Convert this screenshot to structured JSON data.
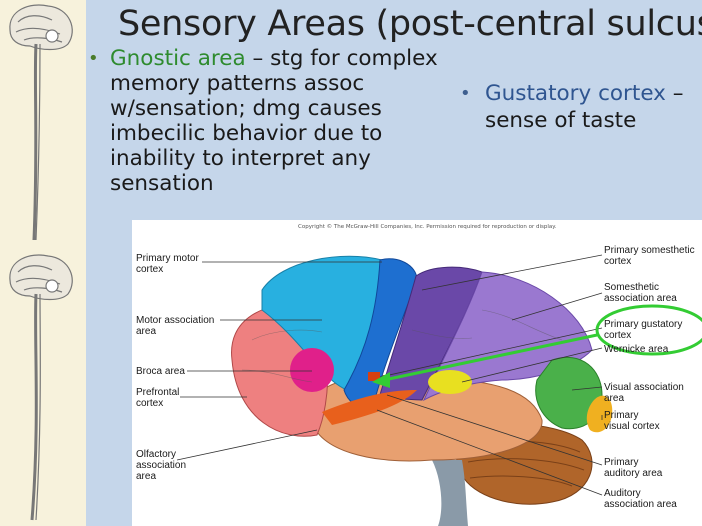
{
  "slide": {
    "title": "Sensory Areas (post-central sulcus)",
    "left_bullet": {
      "term": "Gnostic area",
      "text": " – stg for complex memory patterns assoc w/sensation; dmg causes imbecilic behavior due to inability to interpret any sensation"
    },
    "right_bullet": {
      "term": "Gustatory cortex",
      "text": " – sense of taste"
    },
    "bullet_symbol": "•"
  },
  "figure": {
    "copyright": "Copyright © The McGraw-Hill Companies, Inc. Permission required for reproduction or display.",
    "labels_left": {
      "primary_motor": "Primary motor\ncortex",
      "motor_association": "Motor association\narea",
      "broca": "Broca area",
      "prefrontal": "Prefrontal\ncortex",
      "olfactory": "Olfactory\nassociation\narea"
    },
    "labels_right": {
      "primary_somesthetic": "Primary somesthetic\ncortex",
      "somesthetic_association": "Somesthetic\nassociation area",
      "primary_gustatory": "Primary gustatory\ncortex",
      "wernicke": "Wernicke area",
      "visual_association": "Visual association\narea",
      "primary_visual": "Primary\nvisual cortex",
      "primary_auditory": "Primary\nauditory area",
      "auditory_association": "Auditory\nassociation area"
    },
    "colors": {
      "highlight_green": "#33cc33",
      "motor_blue": "#1e6fd0",
      "somesthetic_purple": "#7a58b8",
      "prefrontal_pink": "#ee8080",
      "temporal_orange": "#e8a070",
      "cerebellum_brown": "#b0652a",
      "visual_green": "#4ab04a",
      "wernicke_yellow": "#e8e020"
    }
  }
}
